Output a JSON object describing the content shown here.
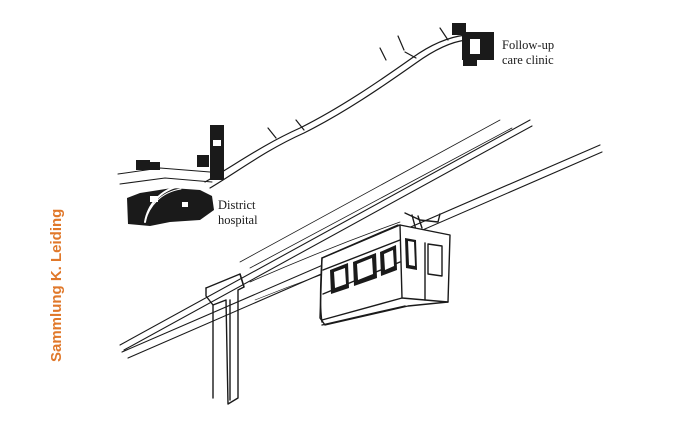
{
  "credit": {
    "text": "Sammlung K. Leiding",
    "color": "#e0782a"
  },
  "labels": {
    "clinic_line1": "Follow-up",
    "clinic_line2": "care clinic",
    "hospital_line1": "District",
    "hospital_line2": "hospital"
  },
  "colors": {
    "ink": "#1a1a1a",
    "paper": "#ffffff"
  }
}
